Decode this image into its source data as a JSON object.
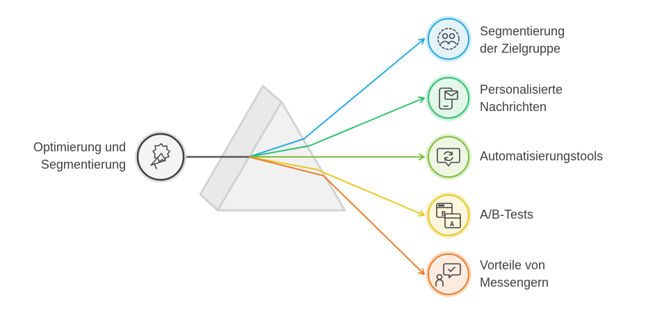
{
  "source": {
    "label_line1": "Optimierung und",
    "label_line2": "Segmentierung",
    "icon": "megaphone-icon"
  },
  "outputs": [
    {
      "line1": "Segmentierung",
      "line2": "der Zielgruppe",
      "icon": "people-group-icon",
      "color": "#29a8df",
      "fill": "#e4f3fb"
    },
    {
      "line1": "Personalisierte",
      "line2": "Nachrichten",
      "icon": "phone-message-icon",
      "color": "#2fc06e",
      "fill": "#e2f6ea"
    },
    {
      "line1": "Automatisierungstools",
      "line2": "",
      "icon": "chat-refresh-icon",
      "color": "#7cbf3a",
      "fill": "#eef6e2"
    },
    {
      "line1": "A/B-Tests",
      "line2": "",
      "icon": "ab-test-icon",
      "color": "#e8c81f",
      "fill": "#fbf6dc"
    },
    {
      "line1": "Vorteile von",
      "line2": "Messengern",
      "icon": "person-chat-check-icon",
      "color": "#ec7d2a",
      "fill": "#fcebdf"
    }
  ],
  "colors": {
    "prism_fill": "#eeeeee",
    "prism_stroke": "#d4d4d4",
    "input_beam": "#555555"
  }
}
